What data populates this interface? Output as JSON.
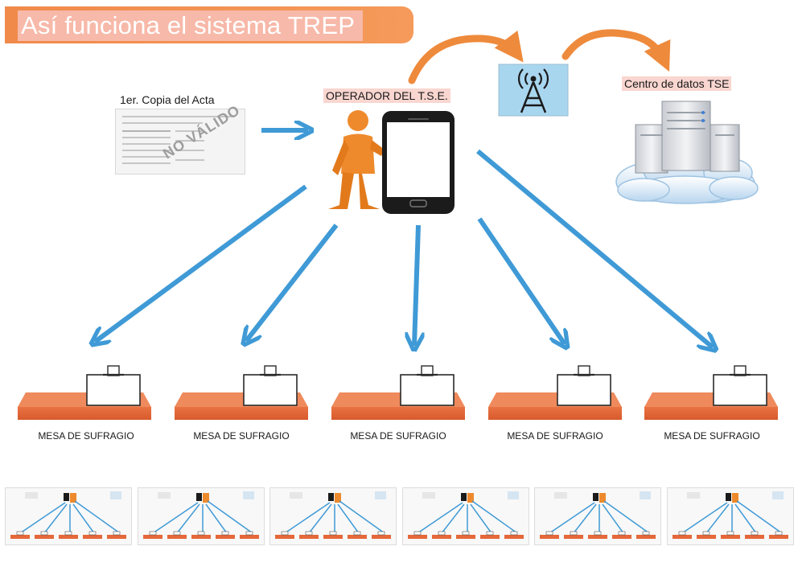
{
  "title": "Así funciona el sistema TREP",
  "acta_label": "1er. Copia del Acta",
  "stamp_text": "NO VÁLIDO",
  "operator_label": "OPERADOR DEL T.S.E.",
  "datacenter_label": "Centro de datos TSE",
  "tables": [
    {
      "label": "MESA DE SUFRAGIO"
    },
    {
      "label": "MESA DE SUFRAGIO"
    },
    {
      "label": "MESA DE SUFRAGIO"
    },
    {
      "label": "MESA DE SUFRAGIO"
    },
    {
      "label": "MESA DE SUFRAGIO"
    }
  ],
  "thumbnail_count": 6,
  "colors": {
    "orange": "#ee7a3a",
    "table": "#e5683a",
    "arrow_blue": "#3f9ad6",
    "title_highlight": "#f7b9a9",
    "label_highlight": "#f9d6d0",
    "antenna_bg": "#a9d6ef"
  }
}
